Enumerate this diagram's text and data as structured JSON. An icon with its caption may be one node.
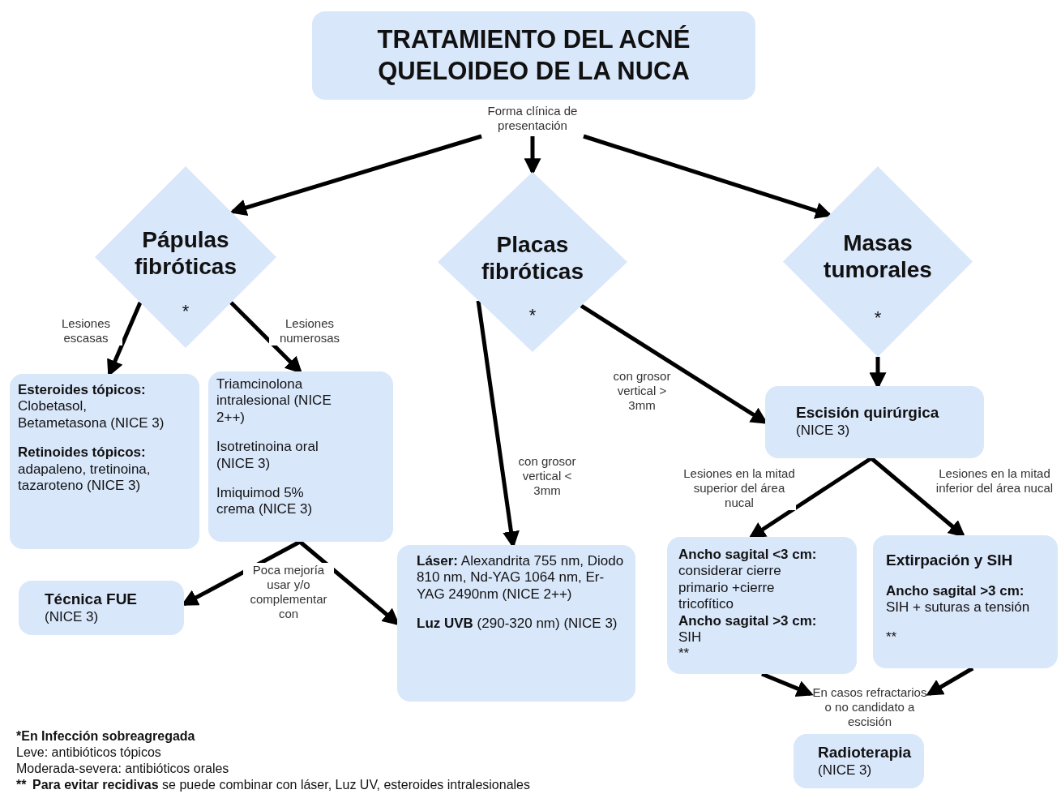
{
  "diagram": {
    "nodes": [
      {
        "text": [
          "TRATAMIENTO DEL ACNÉ QUELOIDEO DE LA NUCA"
        ]
      },
      {
        "text": [
          "Forma clínica de presentación"
        ]
      },
      {
        "text": [
          "Pápulas fibróticas",
          "*"
        ]
      },
      {
        "text": [
          "Placas fibróticas",
          "*"
        ]
      },
      {
        "text": [
          "Masas tumorales",
          "*"
        ]
      },
      {
        "text": [
          "**Esteroides tópicos:** Clobetasol, Betametasona (NICE 3)",
          "**Retinoides tópicos:** adapaleno, tretinoina, tazaroteno (NICE 3)"
        ]
      },
      {
        "text": [
          "Triamcinolona intralesional (NICE 2++)",
          "Isotretinoina oral (NICE 3)",
          "Imiquimod 5% crema (NICE 3)"
        ]
      },
      {
        "text": [
          "Técnica FUE",
          "(NICE 3)"
        ]
      },
      {
        "text": [
          "**Láser:** Alexandrita 755 nm, Diodo 810 nm, Nd-YAG 1064 nm, Er-YAG 2490nm (NICE 2++)",
          "**Luz UVB** (290-320 nm) (NICE 3)"
        ]
      },
      {
        "text": [
          "Escisión quirúrgica",
          "(NICE 3)"
        ]
      },
      {
        "text": [
          "**Ancho sagital <3 cm:** considerar cierre primario +cierre tricofítico",
          "**Ancho sagital >3 cm:** SIH",
          "**"
        ]
      },
      {
        "text": [
          "Extirpación y SIH",
          "**Ancho sagital >3 cm:** SIH + suturas a tensión",
          "**"
        ]
      },
      {
        "text": [
          "En casos refractarios o no candidato a escisión"
        ]
      },
      {
        "text": [
          "Radioterapia",
          "(NICE 3)"
        ]
      }
    ],
    "edges": [
      {
        "from": 1,
        "to": 2,
        "arrow": "to"
      },
      {
        "from": 1,
        "to": 3,
        "arrow": "to"
      },
      {
        "from": 1,
        "to": 4,
        "arrow": "to"
      },
      {
        "from": 2,
        "to": 5,
        "arrow": "to",
        "label": "Lesiones escasas"
      },
      {
        "from": 2,
        "to": 6,
        "arrow": "to",
        "label": "Lesiones numerosas"
      },
      {
        "from": 3,
        "to": 8,
        "arrow": "to",
        "label": "con grosor vertical < 3mm"
      },
      {
        "from": 3,
        "to": 9,
        "arrow": "to",
        "label": "con grosor vertical > 3mm"
      },
      {
        "from": 4,
        "to": 9,
        "arrow": "to"
      },
      {
        "from": 6,
        "to": 7,
        "arrow": "to"
      },
      {
        "from": 6,
        "to": 8,
        "arrow": "to"
      },
      {
        "from": 9,
        "to": 10,
        "arrow": "to",
        "label": "Lesiones en la mitad superior del área nucal"
      },
      {
        "from": 9,
        "to": 11,
        "arrow": "to",
        "label": "Lesiones en la mitad inferior del área nucal"
      },
      {
        "from": 10,
        "to": 12,
        "arrow": "to"
      },
      {
        "from": 11,
        "to": 12,
        "arrow": "to"
      }
    ],
    "labels": [
      "Poca mejoría usar y/o complementar con",
      "*En Infección sobreagregada",
      "Leve: antibióticos tópicos",
      "Moderada-severa: antibióticos orales",
      "**",
      "**Para evitar recidivas** se puede combinar con láser, Luz UV, esteroides intralesionales"
    ]
  }
}
